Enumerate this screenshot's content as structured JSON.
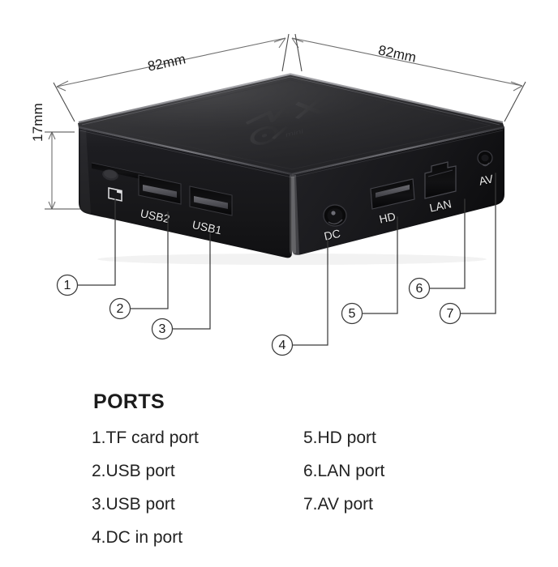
{
  "dimensions": {
    "top_left": "82mm",
    "top_right": "82mm",
    "height": "17mm"
  },
  "device": {
    "brand": "MXQ",
    "sub_brand": "mini",
    "port_labels": {
      "tf": "",
      "usb2": "USB2",
      "usb1": "USB1",
      "dc": "DC",
      "hd": "HD",
      "lan": "LAN",
      "av": "AV"
    }
  },
  "callouts": [
    {
      "number": "1"
    },
    {
      "number": "2"
    },
    {
      "number": "3"
    },
    {
      "number": "4"
    },
    {
      "number": "5"
    },
    {
      "number": "6"
    },
    {
      "number": "7"
    }
  ],
  "ports_section": {
    "title": "PORTS",
    "left_column": [
      "1.TF card port",
      "2.USB port",
      "3.USB port",
      "4.DC in port"
    ],
    "right_column": [
      "5.HD port",
      "6.LAN port",
      "7.AV port"
    ]
  },
  "colors": {
    "background": "#ffffff",
    "device_body": "#1c1c1e",
    "device_top": "#2a2a2c",
    "text": "#1b1b1b",
    "line": "#3a3a3a",
    "port_label": "#e9e9e9"
  }
}
